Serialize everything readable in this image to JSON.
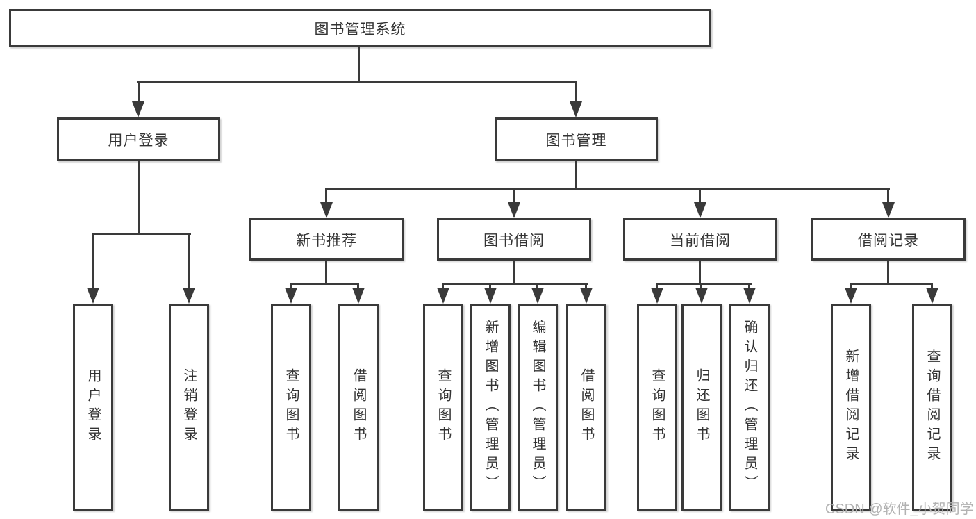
{
  "diagram": {
    "root": {
      "label": "图书管理系统"
    },
    "level2": [
      {
        "label": "用户登录"
      },
      {
        "label": "图书管理"
      }
    ],
    "level3": [
      {
        "label": "新书推荐"
      },
      {
        "label": "图书借阅"
      },
      {
        "label": "当前借阅"
      },
      {
        "label": "借阅记录"
      }
    ],
    "leaves": [
      {
        "label": "用户登录"
      },
      {
        "label": "注销登录"
      },
      {
        "label": "查询图书"
      },
      {
        "label": "借阅图书"
      },
      {
        "label": "查询图书"
      },
      {
        "label": "新增图书（管理员）"
      },
      {
        "label": "编辑图书（管理员）"
      },
      {
        "label": "借阅图书"
      },
      {
        "label": "查询图书"
      },
      {
        "label": "归还图书"
      },
      {
        "label": "确认归还（管理员）"
      },
      {
        "label": "新增借阅记录"
      },
      {
        "label": "查询借阅记录"
      }
    ],
    "colors": {
      "line": "#3a3a3a",
      "text": "#333333",
      "watermark": "#b2b2b2",
      "background": "#ffffff"
    },
    "watermark": "CSDN @软件_小贺同学"
  }
}
